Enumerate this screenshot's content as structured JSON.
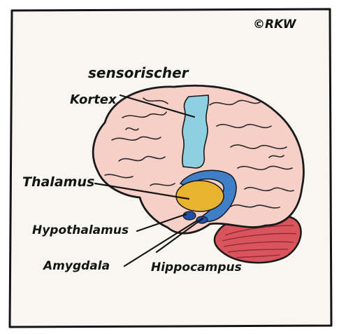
{
  "copyright": "©RKW",
  "labels": {
    "sensory_cortex_line1": "sensorischer",
    "sensory_cortex_line2": "Kortex",
    "thalamus": "Thalamus",
    "hypothalamus": "Hypothalamus",
    "amygdala": "Amygdala",
    "hippocampus": "Hippocampus"
  },
  "colors": {
    "paper": "#f7f6f1",
    "frame": "#151515",
    "brain_fill": "#f6cfc7",
    "brain_outline": "#1a1a1a",
    "cortex_blue": "#8fd0e0",
    "thalamus_yellow": "#e9b22f",
    "hippocampus_blue": "#3f7fc8",
    "amygdala_blue": "#1f4fa6",
    "cerebellum_red": "#d9545c"
  }
}
